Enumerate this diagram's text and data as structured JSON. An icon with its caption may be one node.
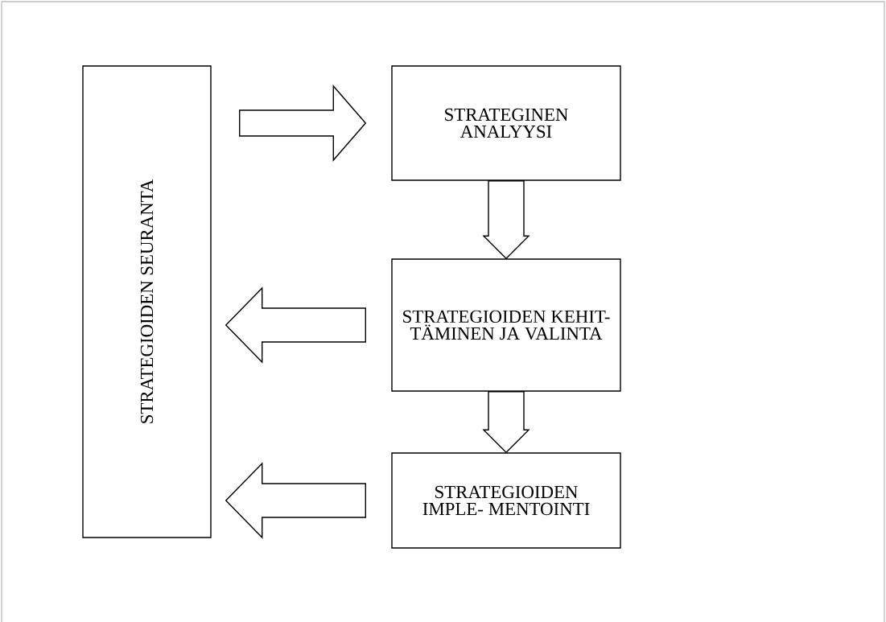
{
  "diagram": {
    "nodes": [
      {
        "text": [
          "STRATEGIOIDEN SEURANTA"
        ]
      },
      {
        "text": [
          "STRATEGINEN ANALYYSI"
        ]
      },
      {
        "text": [
          "STRATEGIOIDEN KEHIT- TÄMINEN JA VALINTA"
        ]
      },
      {
        "text": [
          "STRATEGIOIDEN IMPLE- MENTOINTI"
        ]
      }
    ],
    "edges": [
      {
        "from": 0,
        "to": 1,
        "arrow": "to"
      },
      {
        "from": 1,
        "to": 2,
        "arrow": "to"
      },
      {
        "from": 2,
        "to": 3,
        "arrow": "to"
      },
      {
        "from": 2,
        "to": 0,
        "arrow": "to"
      },
      {
        "from": 3,
        "to": 0,
        "arrow": "to"
      }
    ]
  }
}
